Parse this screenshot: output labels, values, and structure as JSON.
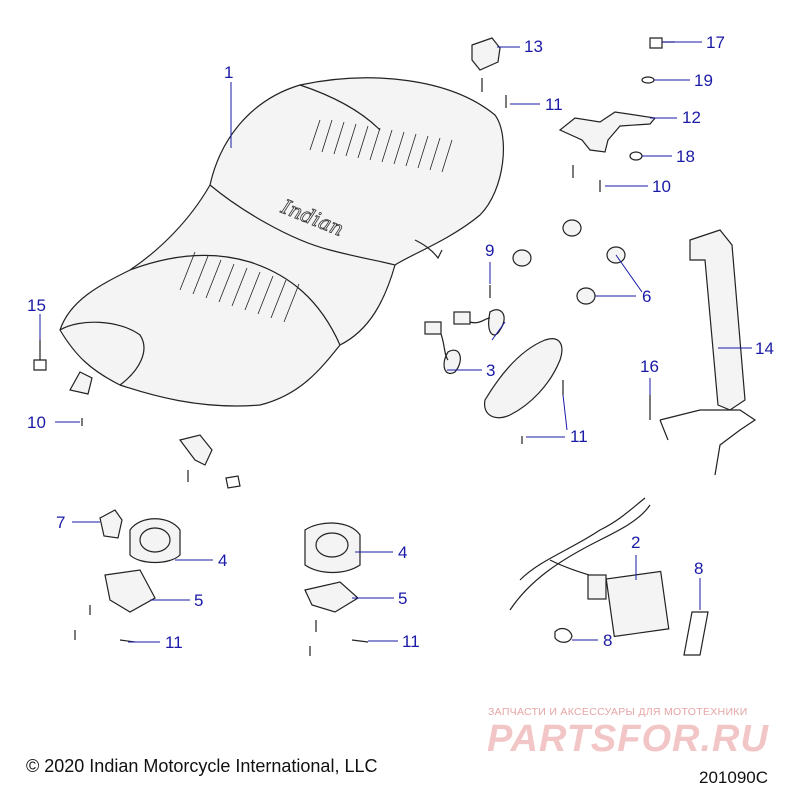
{
  "brand_script": "Indian",
  "callouts": [
    {
      "id": "c1",
      "label": "1"
    },
    {
      "id": "c13",
      "label": "13"
    },
    {
      "id": "c17",
      "label": "17"
    },
    {
      "id": "c19",
      "label": "19"
    },
    {
      "id": "c11a",
      "label": "11"
    },
    {
      "id": "c12",
      "label": "12"
    },
    {
      "id": "c18",
      "label": "18"
    },
    {
      "id": "c10a",
      "label": "10"
    },
    {
      "id": "c9",
      "label": "9"
    },
    {
      "id": "c6",
      "label": "6"
    },
    {
      "id": "c15",
      "label": "15"
    },
    {
      "id": "c3",
      "label": "3"
    },
    {
      "id": "c14",
      "label": "14"
    },
    {
      "id": "c16",
      "label": "16"
    },
    {
      "id": "c10b",
      "label": "10"
    },
    {
      "id": "c11b",
      "label": "11"
    },
    {
      "id": "c7",
      "label": "7"
    },
    {
      "id": "c4a",
      "label": "4"
    },
    {
      "id": "c4b",
      "label": "4"
    },
    {
      "id": "c2",
      "label": "2"
    },
    {
      "id": "c5a",
      "label": "5"
    },
    {
      "id": "c5b",
      "label": "5"
    },
    {
      "id": "c8a",
      "label": "8"
    },
    {
      "id": "c8b",
      "label": "8"
    },
    {
      "id": "c11c",
      "label": "11"
    },
    {
      "id": "c11d",
      "label": "11"
    }
  ],
  "colors": {
    "callout": "#1a1aa6",
    "part_stroke": "#222222",
    "seat_fill": "#f4f4f4",
    "watermark": "#f2c6c6"
  },
  "watermark": {
    "tagline": "ЗАПЧАСТИ И АКСЕССУАРЫ ДЛЯ МОТОТЕХНИКИ",
    "logo": "PARTSFOR.RU"
  },
  "footer": {
    "copyright": "© 2020 Indian Motorcycle International, LLC",
    "code": "201090C"
  }
}
